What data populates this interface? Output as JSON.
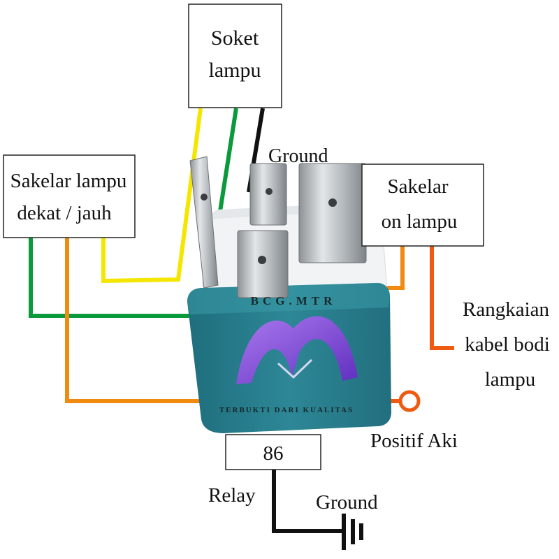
{
  "labels": {
    "soket_line1": "Soket",
    "soket_line2": "lampu",
    "ground_top": "Ground",
    "sakelar_dekat_line1": "Sakelar lampu",
    "sakelar_dekat_line2": "dekat / jauh",
    "sakelar_on_line1": "Sakelar",
    "sakelar_on_line2": "on lampu",
    "rangkaian_line1": "Rangkaian",
    "rangkaian_line2": "kabel bodi",
    "rangkaian_line3": "lampu",
    "positif_aki": "Positif Aki",
    "pin_86": "86",
    "relay": "Relay",
    "ground_bottom": "Ground"
  },
  "watermark": {
    "top": "BCG.MTR",
    "bottom": "TERBUKTI DARI KUALITAS"
  },
  "colors": {
    "yellow_wire": "#f4e600",
    "green_wire": "#0a9a3c",
    "black_wire": "#111111",
    "orange_wire": "#f08a10",
    "red_orange_wire": "#ee5a10",
    "relay_body": "#2a7f8e",
    "relay_top": "#f1f3f5",
    "terminal_metal": "#b8bcc0",
    "watermark": "#8a3fe0"
  }
}
